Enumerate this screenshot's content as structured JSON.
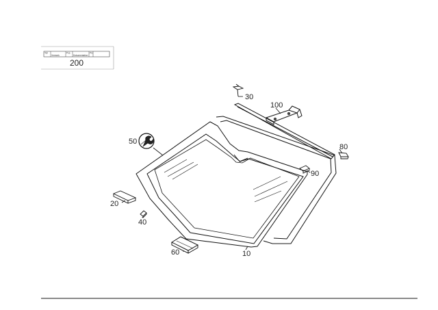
{
  "diagram": {
    "reference_box": {
      "number": "200",
      "field_labels": [
        "Teil",
        "Vermerk",
        "Pos.",
        "Dokumentation",
        "Pic"
      ]
    },
    "callouts": [
      {
        "id": "10",
        "text": "10"
      },
      {
        "id": "20",
        "text": "20"
      },
      {
        "id": "30",
        "text": "30"
      },
      {
        "id": "40",
        "text": "40"
      },
      {
        "id": "50",
        "text": "50"
      },
      {
        "id": "60",
        "text": "60"
      },
      {
        "id": "80",
        "text": "80"
      },
      {
        "id": "90",
        "text": "90"
      },
      {
        "id": "100",
        "text": "100"
      }
    ],
    "icons": [
      "wrench-icon"
    ]
  }
}
